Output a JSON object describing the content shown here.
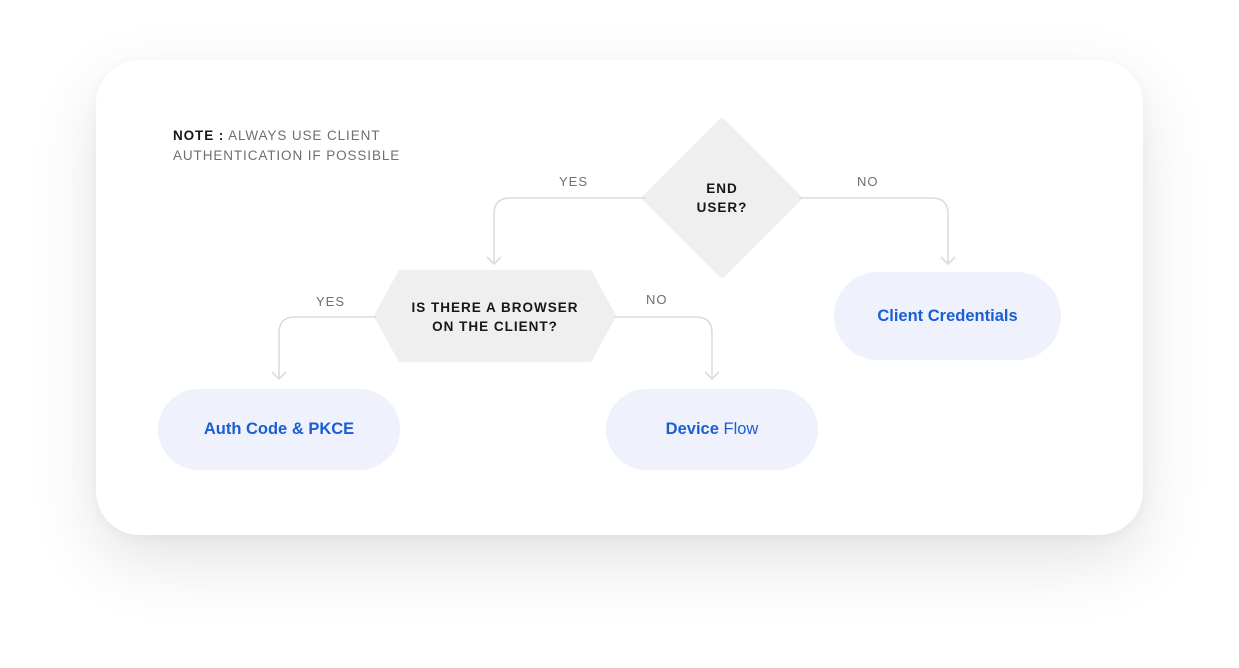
{
  "note": {
    "head": "NOTE :",
    "text": "ALWAYS USE CLIENT AUTHENTICATION IF POSSIBLE"
  },
  "nodes": {
    "end_user": "END USER?",
    "browser": "IS THERE A BROWSER ON THE CLIENT?",
    "auth_code": "Auth Code & PKCE",
    "device_flow_bold": "Device",
    "device_flow_rest": "Flow",
    "client_credentials": "Client Credentials"
  },
  "edges": {
    "end_user_yes": "YES",
    "end_user_no": "NO",
    "browser_yes": "YES",
    "browser_no": "NO"
  },
  "colors": {
    "shape_fill": "#efefef",
    "outcome_fill": "#eff2fc",
    "outcome_text": "#1a5ed4",
    "connector": "#dcdcdc",
    "label_text": "#6b6f76"
  }
}
